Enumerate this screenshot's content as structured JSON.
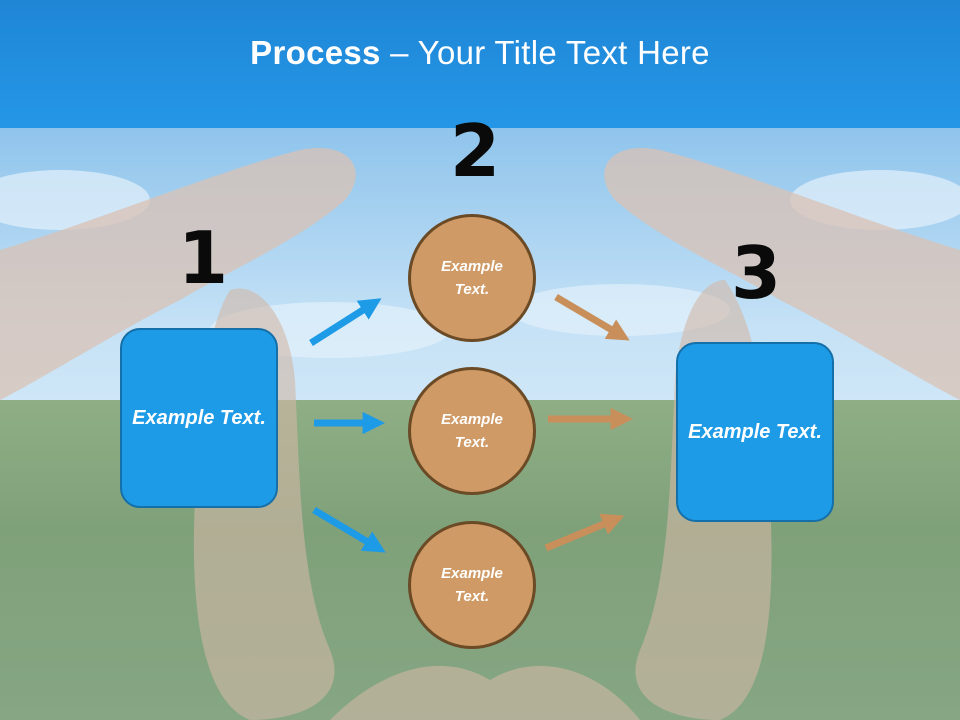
{
  "header": {
    "title_bold": "Process",
    "title_rest": " – Your Title Text Here"
  },
  "steps": {
    "step1": {
      "number": "1",
      "text": "Example Text."
    },
    "step2": {
      "number": "2",
      "circles": [
        "Example Text.",
        "Example Text.",
        "Example Text."
      ]
    },
    "step3": {
      "number": "3",
      "text": "Example Text."
    }
  },
  "colors": {
    "header": "#2596e6",
    "box": "#1e9be6",
    "circle": "#cf9a66",
    "blue_arrow": "#1e9be6",
    "brown_arrow": "#c98f5b"
  },
  "icons": {
    "blue_arrows": "arrow-right-icon",
    "brown_arrows": "arrow-right-icon"
  }
}
